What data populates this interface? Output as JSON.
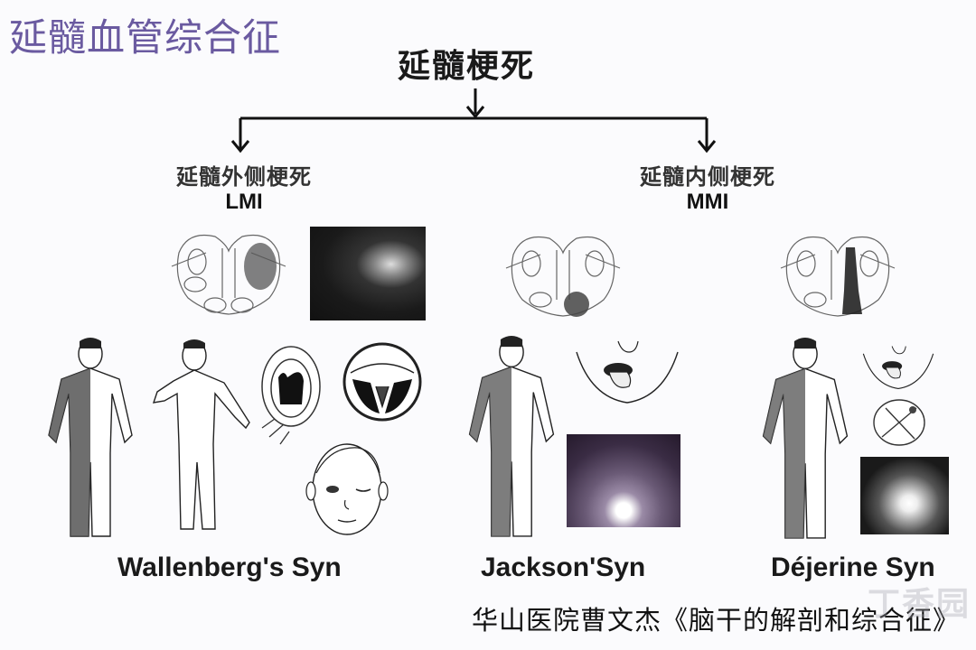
{
  "slide_title": "延髓血管综合征",
  "root_node": "延髓梗死",
  "branches": [
    {
      "cn_label": "延髓外侧梗死",
      "abbr": "LMI",
      "syndromes": [
        {
          "name": "Wallenberg's Syn",
          "figures": [
            "medulla-section-lateral-lesion",
            "mri-scan-lateral",
            "hemisensory-body-figure",
            "ataxic-body-figure",
            "open-mouth-palate",
            "vocal-cords",
            "horner-face"
          ]
        }
      ]
    },
    {
      "cn_label": "延髓内侧梗死",
      "abbr": "MMI",
      "syndromes": [
        {
          "name": "Jackson'Syn",
          "figures": [
            "medulla-section-medial-lesion",
            "hemiplegia-body-figure",
            "tongue-deviation-face",
            "mri-scan-medial"
          ]
        },
        {
          "name": "Déjerine Syn",
          "figures": [
            "medulla-section-medial-pyramid-lesion",
            "hemiplegia-body-figure",
            "tongue-deviation-face",
            "no-vibration-sign",
            "mri-scan-medial-2"
          ]
        }
      ]
    }
  ],
  "credit": "华山医院曹文杰《脑干的解剖和综合征》",
  "watermark": "丁香园",
  "colors": {
    "title": "#6a5aa0",
    "text": "#111111",
    "background": "#fbfbfd"
  }
}
